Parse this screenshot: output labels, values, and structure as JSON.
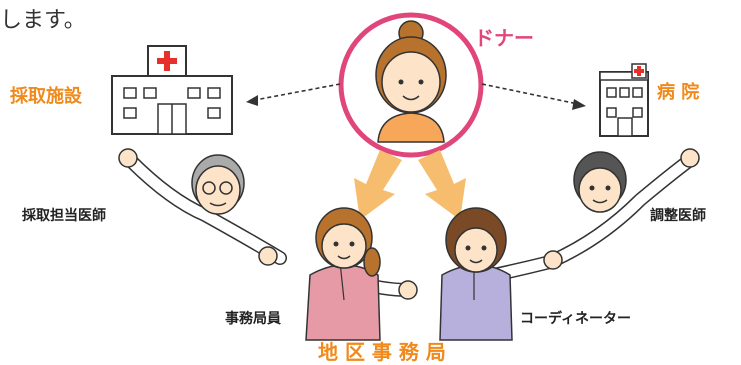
{
  "intro_text": "します。",
  "donor_label": "ドナー",
  "collection_facility_label": "採取施設",
  "hospital_label": "病 院",
  "collection_doctor_label": "採取担当医師",
  "coordinating_doctor_label": "調整医師",
  "office_staff_label": "事務局員",
  "coordinator_label": "コーディネーター",
  "regional_office_label": "地 区 事 務 局",
  "colors": {
    "accent_orange": "#f08a1c",
    "donor_circle": "#e0457b",
    "arrow": "#f6bd6e",
    "staff_vest_pink": "#e59aa5",
    "staff_vest_lavender": "#b8b0dc"
  }
}
